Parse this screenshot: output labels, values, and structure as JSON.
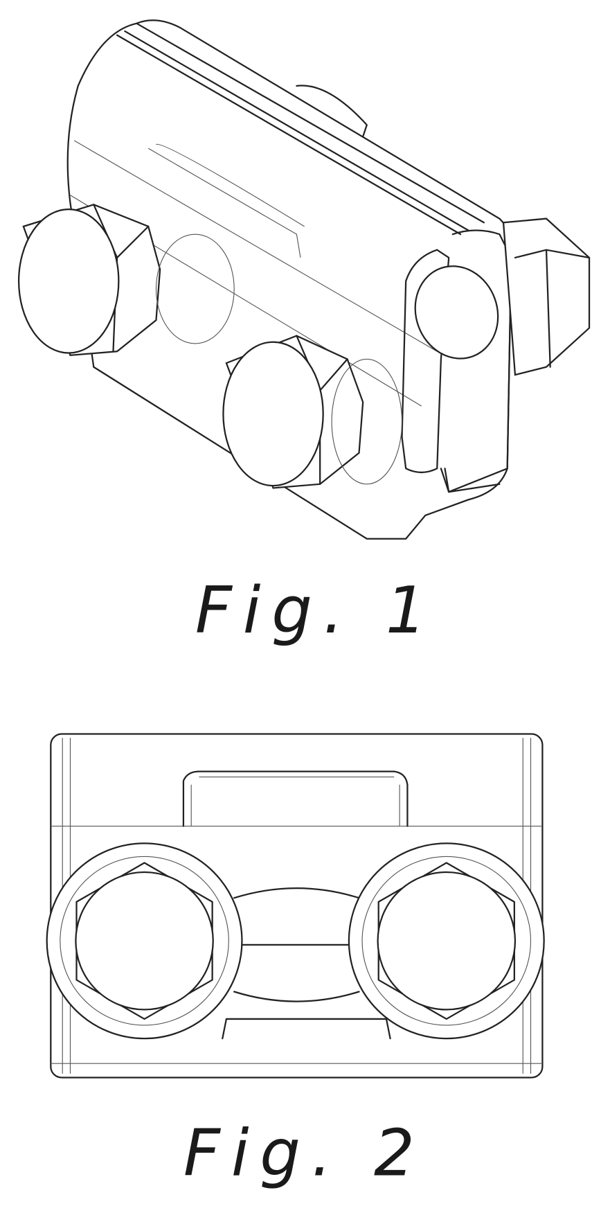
{
  "figures": [
    {
      "caption": "Fig. 1",
      "view": "perspective"
    },
    {
      "caption": "Fig. 2",
      "view": "front"
    }
  ]
}
